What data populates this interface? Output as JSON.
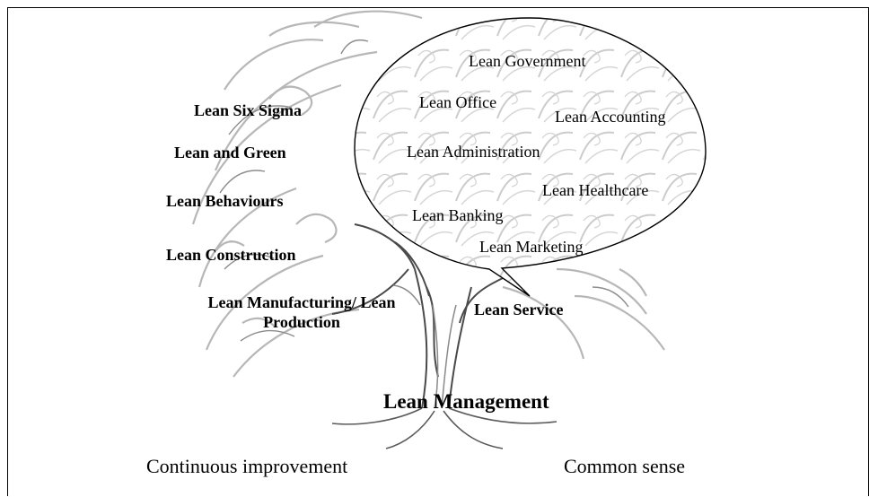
{
  "branches_left": {
    "six_sigma": "Lean Six Sigma",
    "green": "Lean and Green",
    "behaviours": "Lean Behaviours",
    "construction": "Lean Construction",
    "manufacturing_line1": "Lean Manufacturing/ Lean",
    "manufacturing_line2": "Production"
  },
  "bubble": {
    "government": "Lean Government",
    "office": "Lean Office",
    "accounting": "Lean Accounting",
    "administration": "Lean Administration",
    "healthcare": "Lean Healthcare",
    "banking": "Lean Banking",
    "marketing": "Lean Marketing"
  },
  "service": "Lean Service",
  "trunk": "Lean Management",
  "roots": {
    "left": "Continuous improvement",
    "right": "Common sense"
  }
}
